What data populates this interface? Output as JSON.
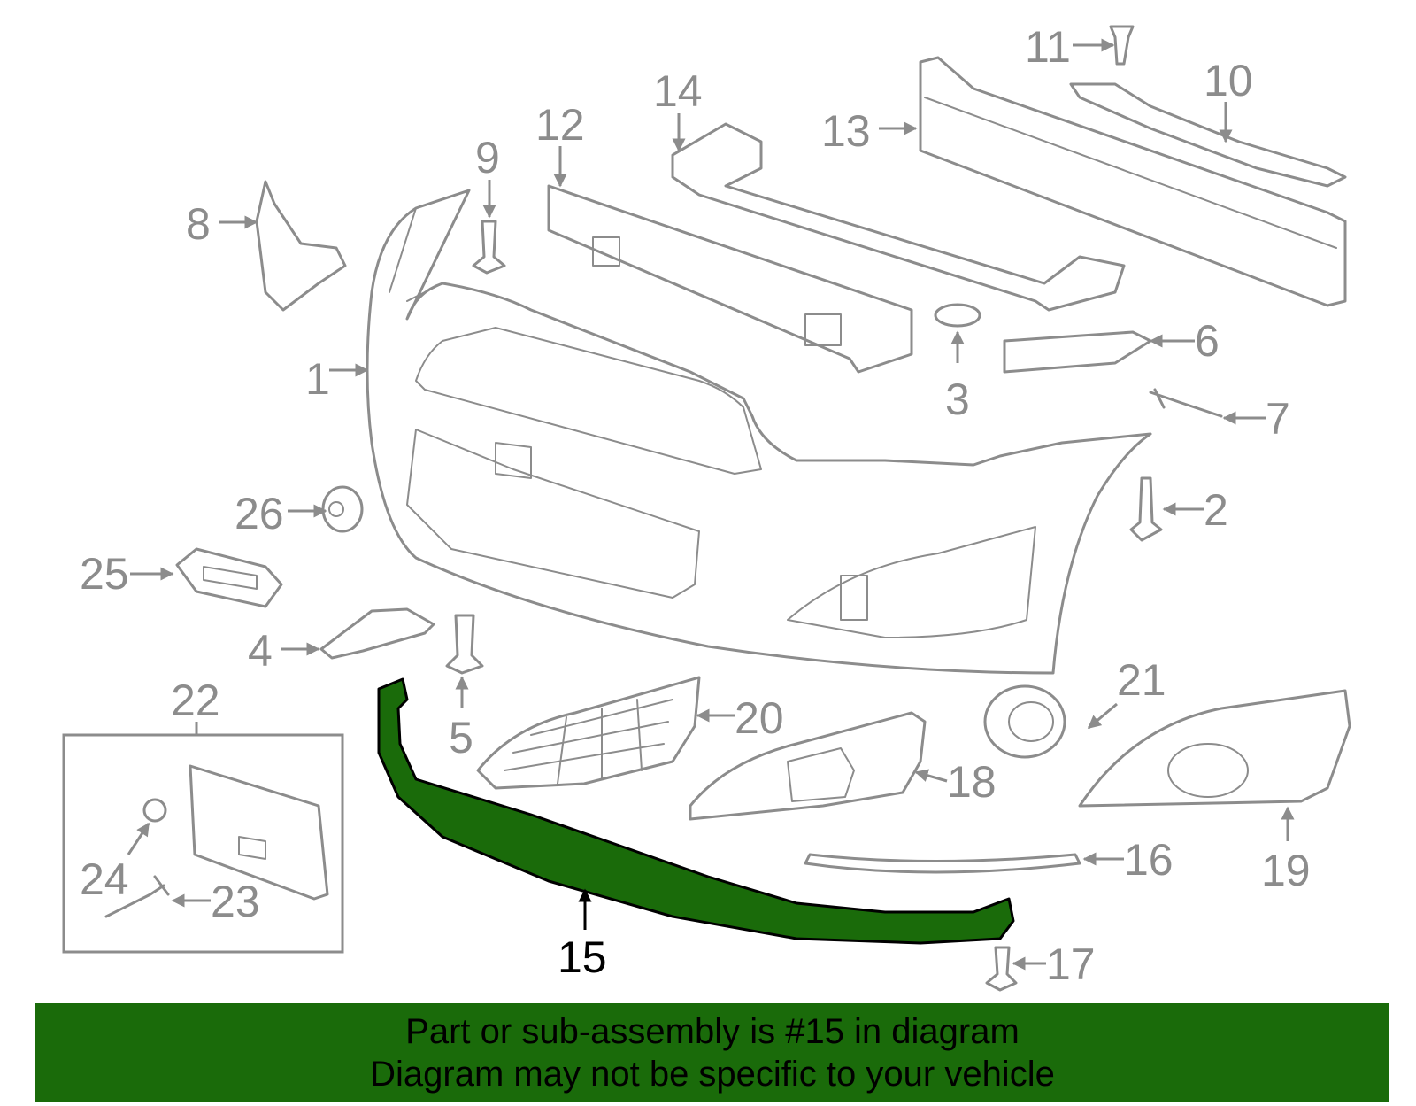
{
  "callouts": {
    "c1": "1",
    "c2": "2",
    "c3": "3",
    "c4": "4",
    "c5": "5",
    "c6": "6",
    "c7": "7",
    "c8": "8",
    "c9": "9",
    "c10": "10",
    "c11": "11",
    "c12": "12",
    "c13": "13",
    "c14": "14",
    "c15": "15",
    "c16": "16",
    "c17": "17",
    "c18": "18",
    "c19": "19",
    "c20": "20",
    "c21": "21",
    "c22": "22",
    "c23": "23",
    "c24": "24",
    "c25": "25",
    "c26": "26"
  },
  "highlighted_part": "15",
  "colors": {
    "highlight": "#1a6b0a",
    "parts": "#8c8c8c",
    "banner": "#1a6b0a"
  },
  "banner": {
    "line1": "Part or sub-assembly is #15 in diagram",
    "line2": "Diagram may not be specific to your vehicle"
  }
}
